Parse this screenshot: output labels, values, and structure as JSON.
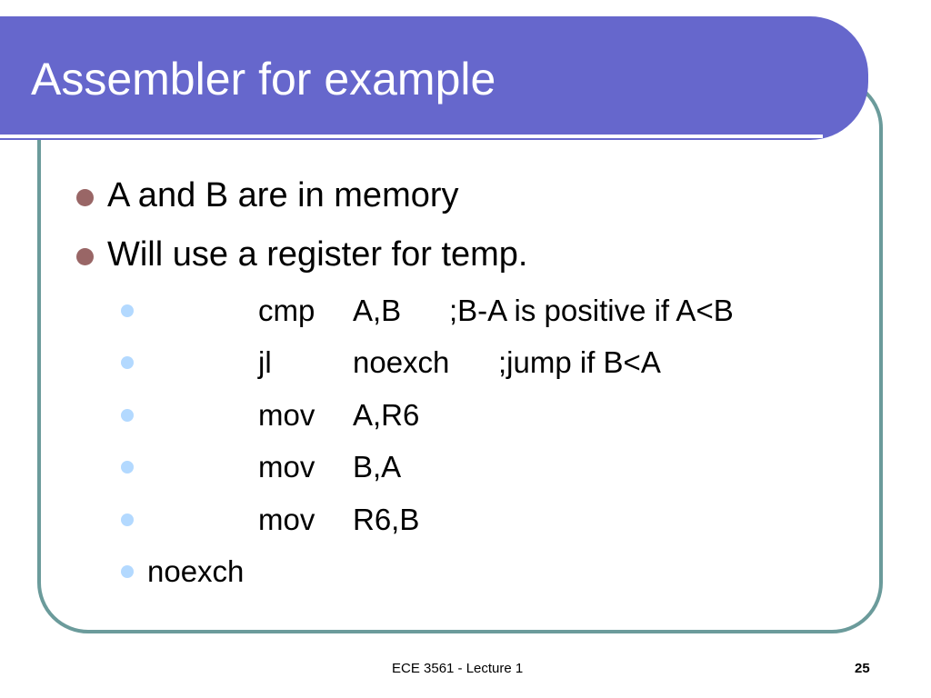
{
  "slide": {
    "title": "Assembler for example",
    "bullets": [
      "A and B are in memory",
      "Will use a register for temp."
    ],
    "code_lines": [
      {
        "op": "cmp",
        "args": "A,B",
        "comment": ";B-A is positive if A<B"
      },
      {
        "op": "jl",
        "args": "noexch",
        "comment": ";jump if B<A"
      },
      {
        "op": "mov",
        "args": "A,R6",
        "comment": ""
      },
      {
        "op": "mov",
        "args": "B,A",
        "comment": ""
      },
      {
        "op": "mov",
        "args": "R6,B",
        "comment": ""
      }
    ],
    "label_line": "noexch"
  },
  "footer": {
    "course": "ECE 3561 - Lecture 1",
    "page_number": "25"
  },
  "colors": {
    "title_bar": "#6667cc",
    "frame_border": "#6b9b9b",
    "bullet_level1": "#996666",
    "bullet_level2": "#b3d9ff"
  }
}
